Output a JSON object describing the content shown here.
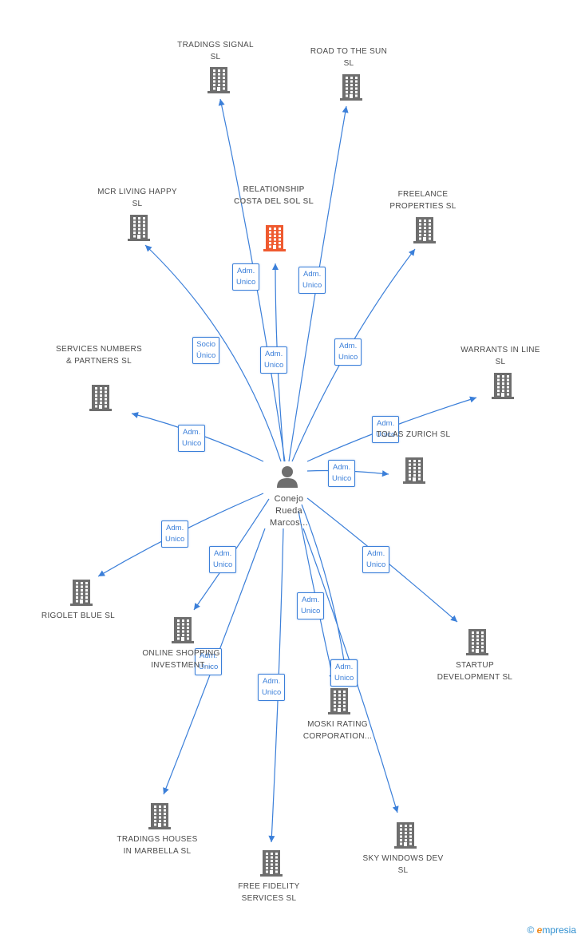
{
  "center_company": {
    "id": "relationship",
    "label": "RELATIONSHIP COSTA DEL SOL SL",
    "color": "#ef5a2f"
  },
  "person": {
    "label": "Conejo Rueda Marcos..."
  },
  "companies": [
    {
      "id": "tradings_signal",
      "label": "TRADINGS SIGNAL SL"
    },
    {
      "id": "road_to_sun",
      "label": "ROAD TO THE SUN SL"
    },
    {
      "id": "mcr_living",
      "label": "MCR LIVING HAPPY SL"
    },
    {
      "id": "freelance",
      "label": "FREELANCE PROPERTIES SL"
    },
    {
      "id": "services_numbers",
      "label": "SERVICES NUMBERS & PARTNERS SL"
    },
    {
      "id": "warrants",
      "label": "WARRANTS IN LINE SL"
    },
    {
      "id": "tolas",
      "label": "TOLAS ZURICH SL"
    },
    {
      "id": "rigolet",
      "label": "RIGOLET BLUE SL"
    },
    {
      "id": "online_shopping",
      "label": "ONLINE SHOPPING INVESTMENT..."
    },
    {
      "id": "startup",
      "label": "STARTUP DEVELOPMENT SL"
    },
    {
      "id": "moski",
      "label": "MOSKI RATING CORPORATION..."
    },
    {
      "id": "tradings_houses",
      "label": "TRADINGS HOUSES IN MARBELLA SL"
    },
    {
      "id": "free_fidelity",
      "label": "FREE FIDELITY SERVICES SL"
    },
    {
      "id": "sky_windows",
      "label": "SKY WINDOWS DEV SL"
    }
  ],
  "relations": [
    {
      "target": "tradings_signal",
      "label": "Adm. Unico"
    },
    {
      "target": "road_to_sun",
      "label": "Adm. Unico"
    },
    {
      "target": "mcr_living",
      "label": "Socio Único"
    },
    {
      "target": "relationship",
      "label": "Adm. Unico"
    },
    {
      "target": "freelance",
      "label": "Adm. Unico"
    },
    {
      "target": "services_numbers",
      "label": "Adm. Unico"
    },
    {
      "target": "warrants",
      "label": "Adm. Unico"
    },
    {
      "target": "tolas",
      "label": "Adm. Unico"
    },
    {
      "target": "rigolet",
      "label": "Adm. Unico"
    },
    {
      "target": "online_shopping",
      "label": "Adm. Unico"
    },
    {
      "target": "startup",
      "label": "Adm. Unico"
    },
    {
      "target": "moski",
      "label": "Adm. Unico"
    },
    {
      "target": "moski",
      "label": "Adm. Unico"
    },
    {
      "target": "tradings_houses",
      "label": "Adm. Unico"
    },
    {
      "target": "free_fidelity",
      "label": "Adm. Unico"
    },
    {
      "target": "sky_windows",
      "label": "Adm. Unico"
    }
  ],
  "footer": {
    "copyright": "©",
    "brand_e": "e",
    "brand_rest": "mpresia"
  },
  "colors": {
    "edge": "#3b7fd9",
    "building": "#6e6e6e",
    "center_building": "#ef5a2f"
  }
}
